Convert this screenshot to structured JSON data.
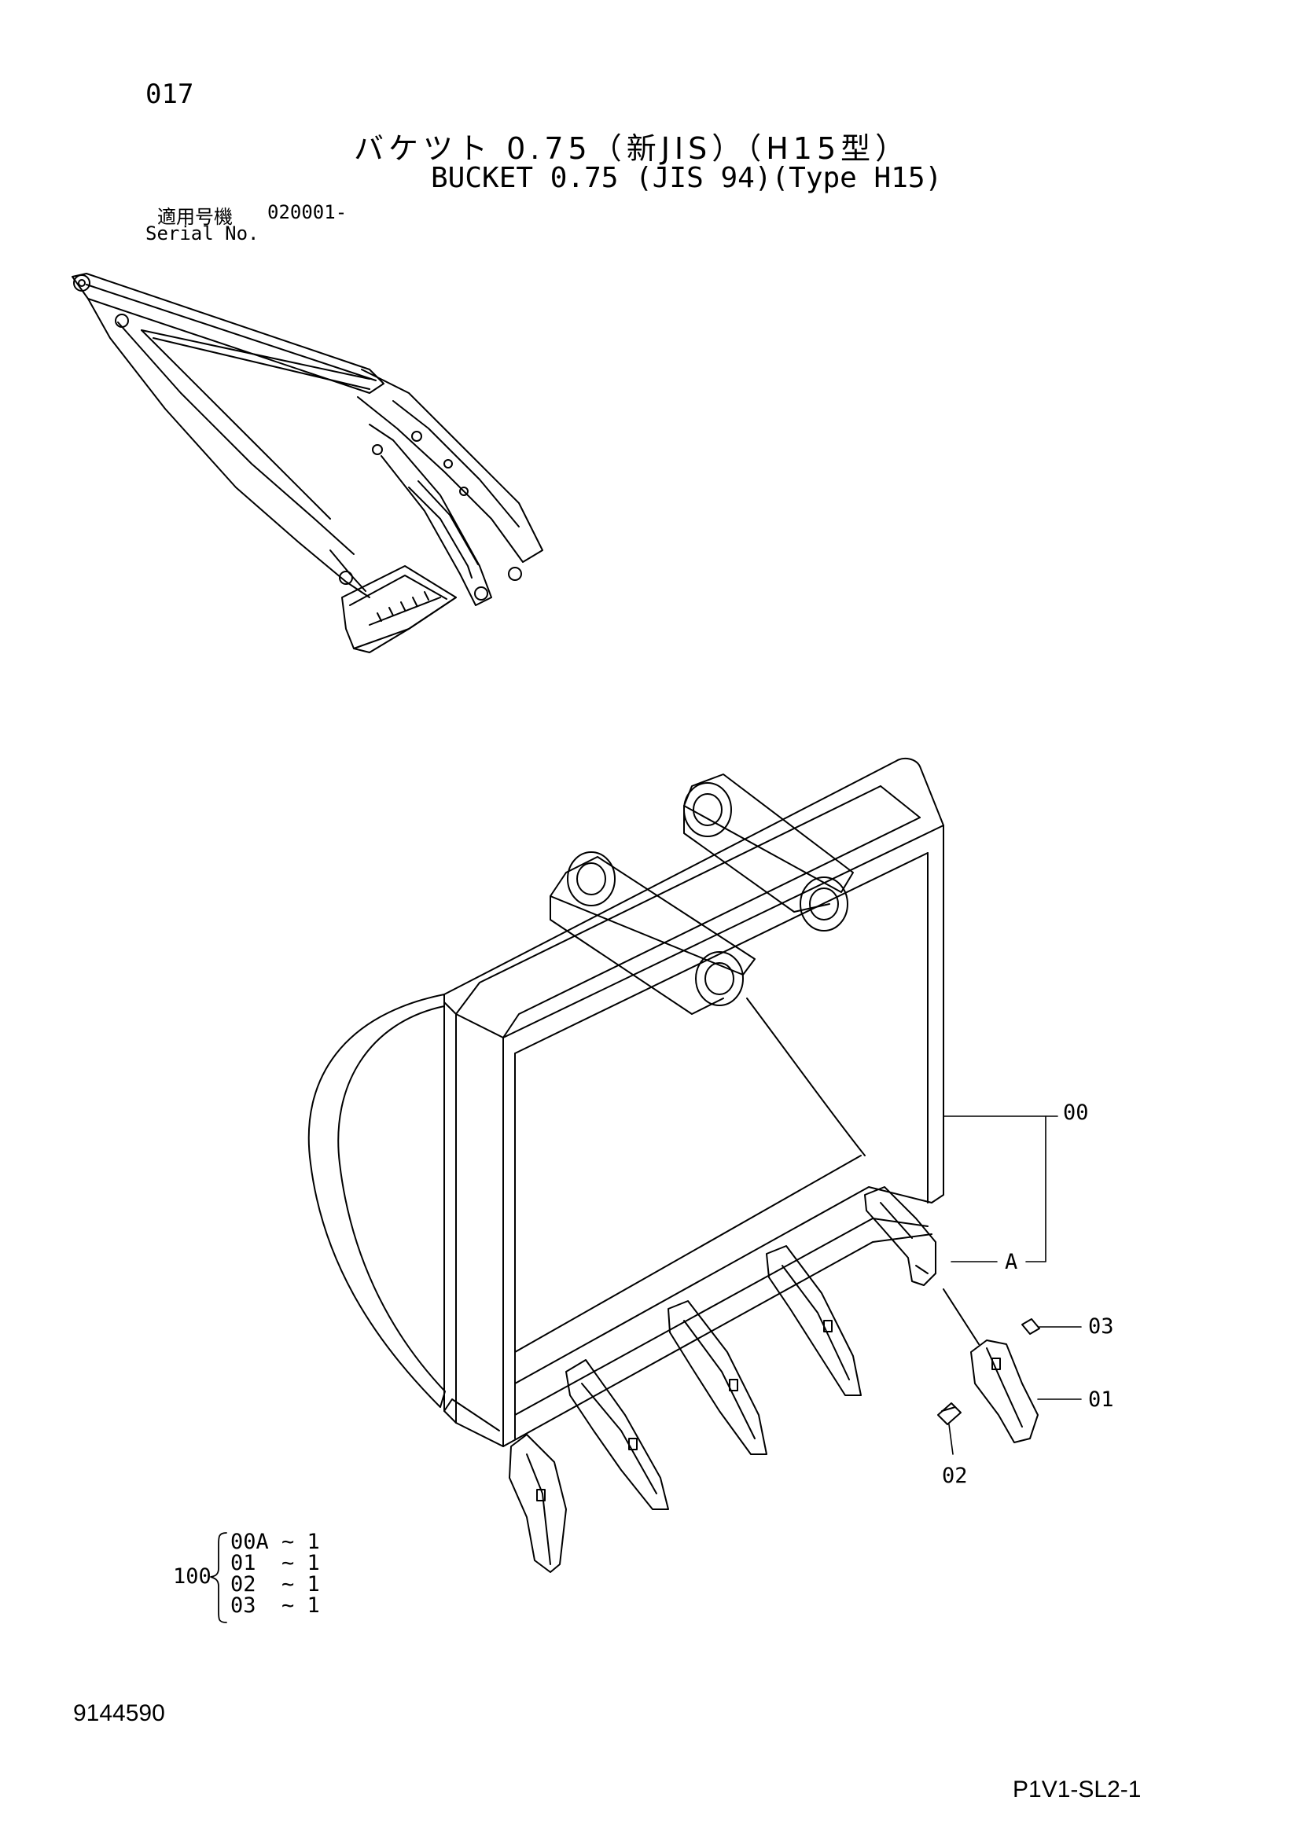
{
  "page_number": "017",
  "title_jp": "バケツト 0.75（新JIS）（H15型）",
  "title_en": "BUCKET 0.75 (JIS 94)(Type H15)",
  "serial": {
    "label_jp": "適用号機",
    "value": "020001-",
    "label_en": "Serial No."
  },
  "callouts": {
    "c00": "00",
    "cA": "A",
    "c03": "03",
    "c01": "01",
    "c02": "02"
  },
  "kit": {
    "number": "100",
    "items": [
      "00A ~ 1",
      "01  ~ 1",
      "02  ~ 1",
      "03  ~ 1"
    ]
  },
  "document_number": "9144590",
  "sheet_code": "P1V1-SL2-1"
}
